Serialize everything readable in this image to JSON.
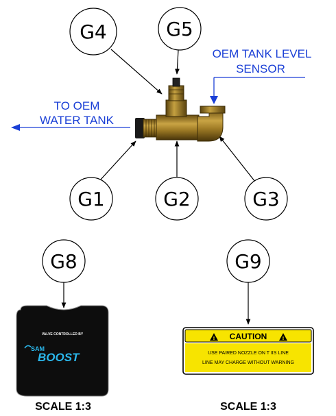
{
  "balloons": {
    "g1": "G1",
    "g2": "G2",
    "g3": "G3",
    "g4": "G4",
    "g5": "G5",
    "g8": "G8",
    "g9": "G9"
  },
  "notes": {
    "tank_level_line1": "OEM TANK LEVEL",
    "tank_level_line2": "SENSOR",
    "water_tank_line1": "TO OEM",
    "water_tank_line2": "WATER TANK"
  },
  "badge": {
    "tagline": "VALVE CONTROLLED BY",
    "brand_top": "SAM",
    "brand_bottom": "BOOST"
  },
  "caution_label": {
    "title": "CAUTION",
    "line1": "USE PAIRED NOZZLE ON T IIS LINE",
    "line2": "LINE MAY CHARGE WITHOUT WARNING",
    "colors": {
      "background": "#f7e400",
      "text": "#000000"
    }
  },
  "scales": {
    "left": "SCALE 1:3",
    "right": "SCALE 1:3"
  },
  "colors": {
    "annotation_blue": "#1a3fd6",
    "brass": "#b08a2e",
    "badge_black": "#0d0d0d",
    "brand_blue": "#2bb6ea"
  }
}
